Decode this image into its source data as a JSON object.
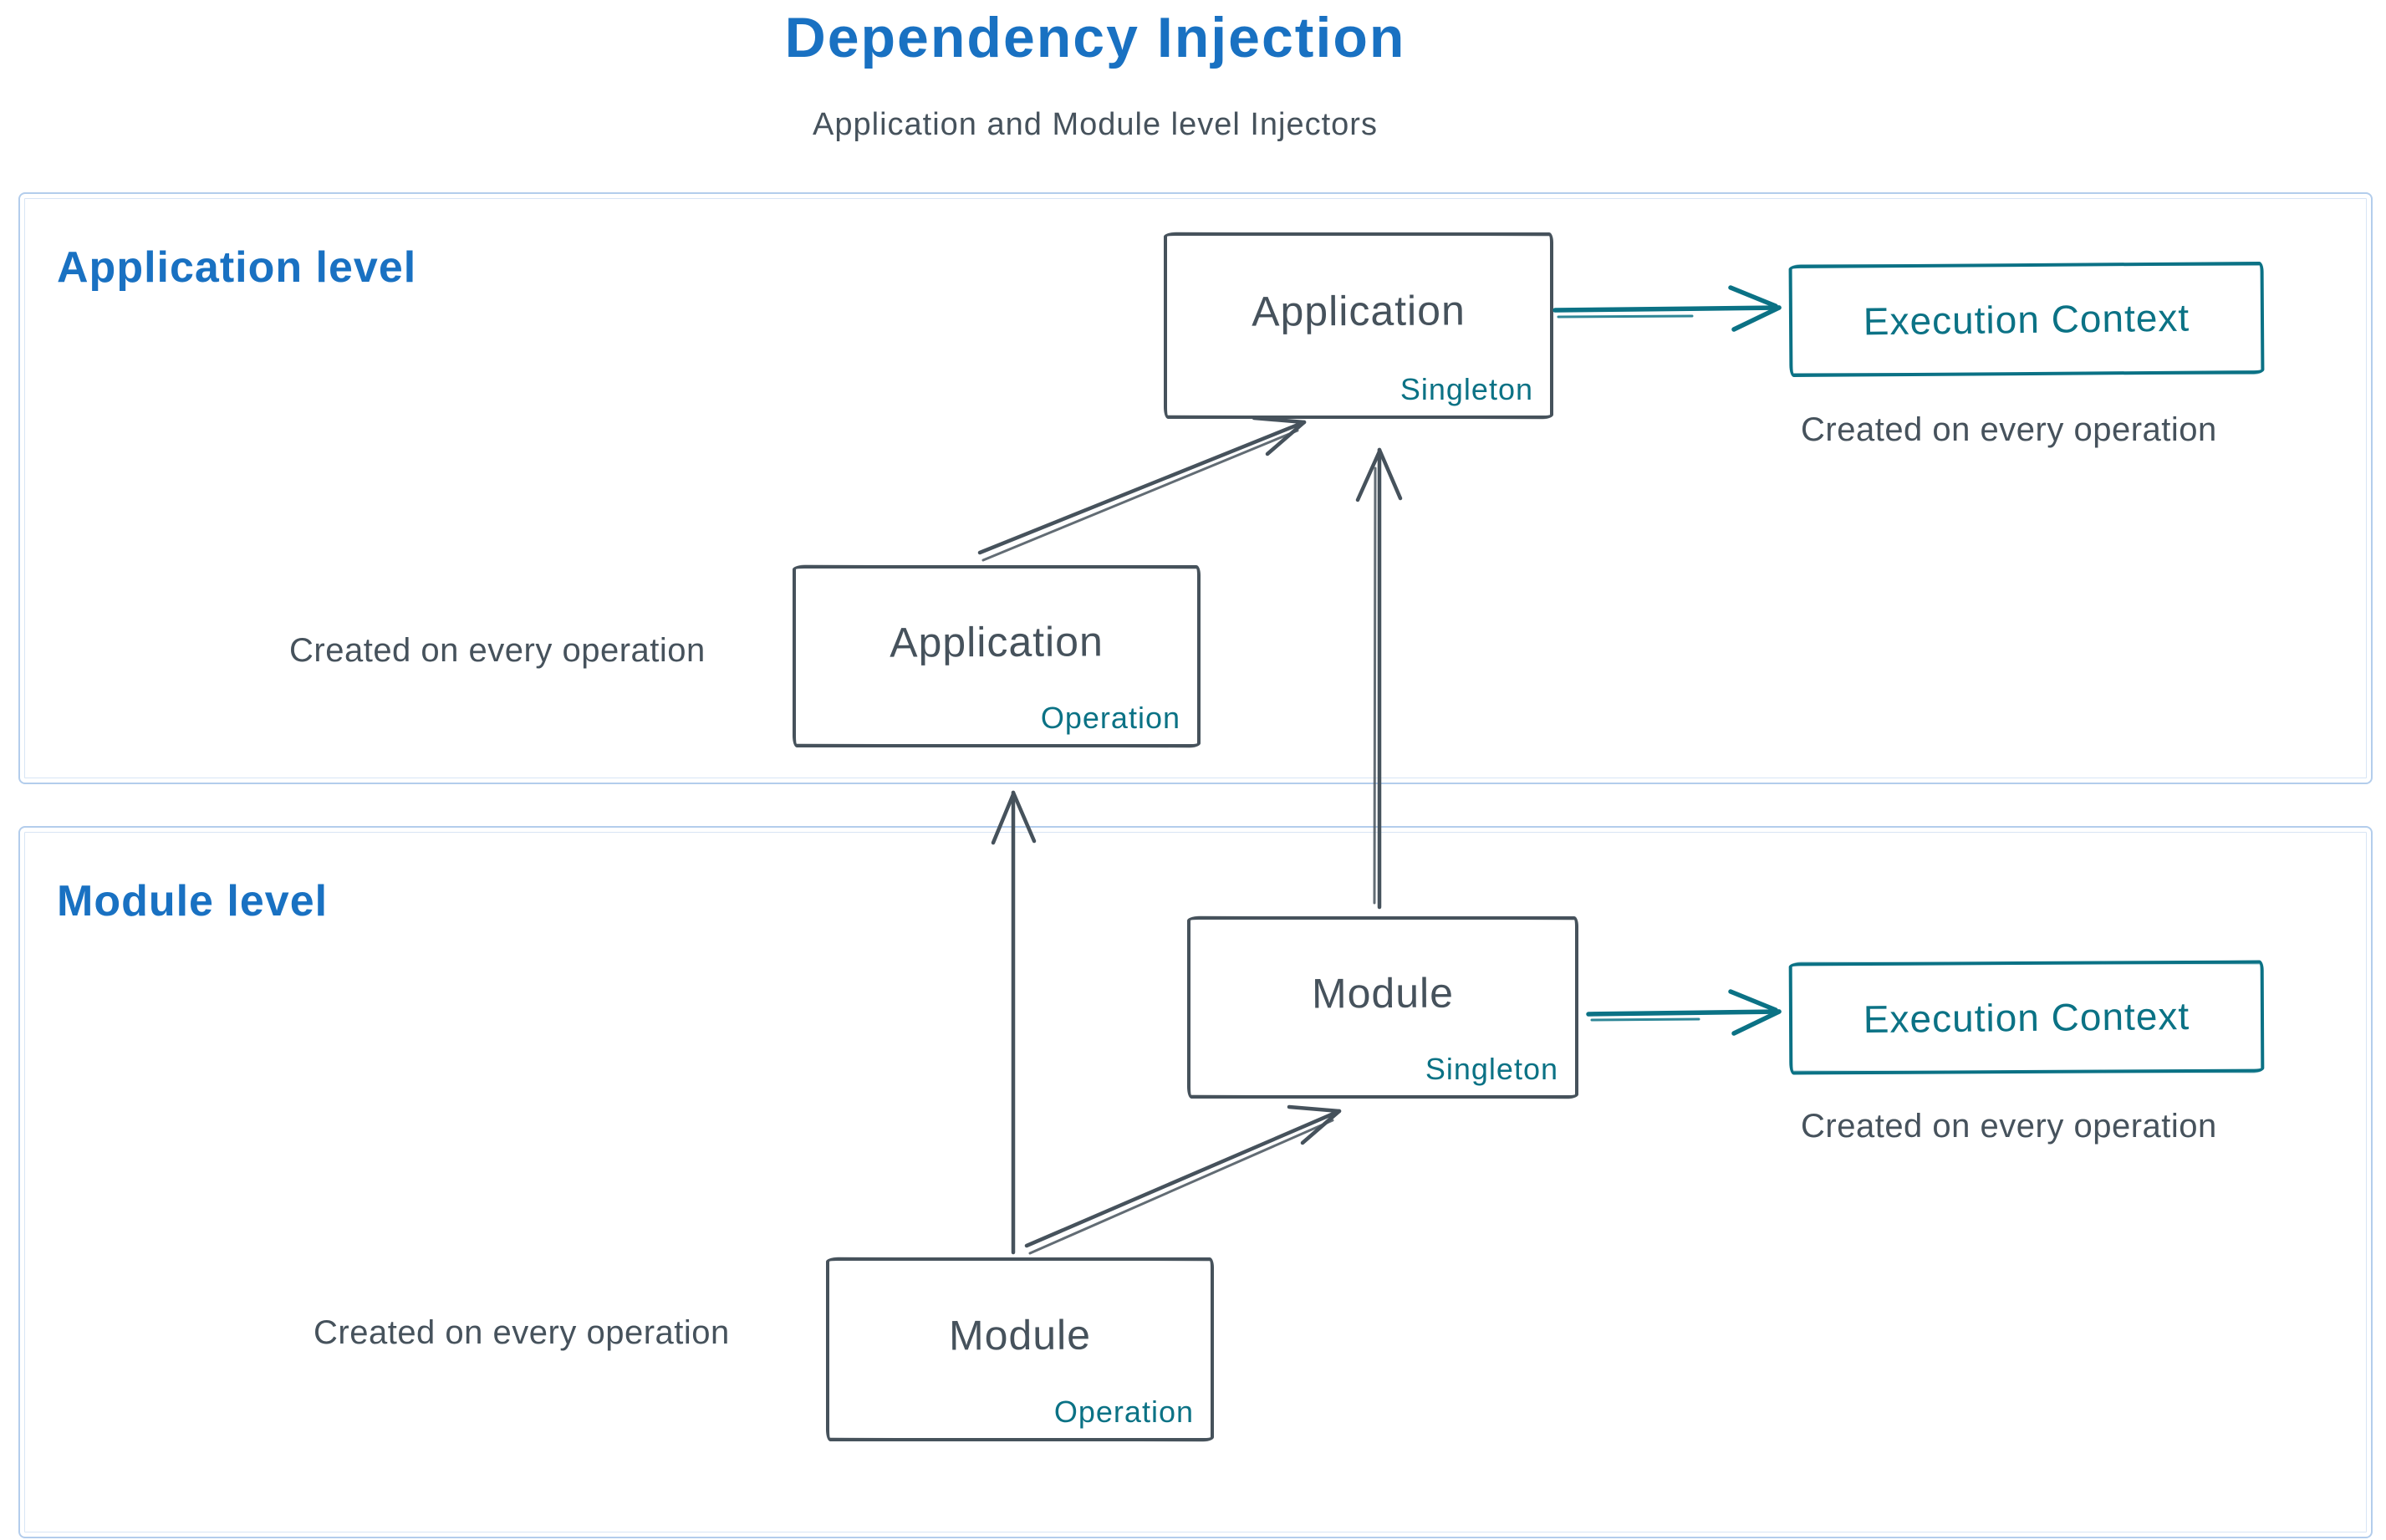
{
  "title": "Dependency Injection",
  "subtitle": "Application and Module level Injectors",
  "sections": {
    "application": {
      "label": "Application level"
    },
    "module": {
      "label": "Module level"
    }
  },
  "boxes": {
    "app_singleton": {
      "name": "Application",
      "scope": "Singleton"
    },
    "app_operation": {
      "name": "Application",
      "scope": "Operation"
    },
    "module_singleton": {
      "name": "Module",
      "scope": "Singleton"
    },
    "module_operation": {
      "name": "Module",
      "scope": "Operation"
    },
    "app_execution_context": {
      "name": "Execution Context"
    },
    "module_execution_context": {
      "name": "Execution Context"
    }
  },
  "notes": {
    "app_operation_note": "Created on every operation",
    "app_execution_note": "Created on every operation",
    "module_operation_note": "Created on every operation",
    "module_execution_note": "Created on every operation"
  },
  "edges": [
    {
      "from": "app_operation",
      "to": "app_singleton",
      "color": "#46525c"
    },
    {
      "from": "module_singleton",
      "to": "app_singleton",
      "color": "#46525c"
    },
    {
      "from": "app_singleton",
      "to": "app_execution_context",
      "color": "#0b7285"
    },
    {
      "from": "module_operation",
      "to": "app_operation",
      "color": "#46525c"
    },
    {
      "from": "module_operation",
      "to": "module_singleton",
      "color": "#46525c"
    },
    {
      "from": "module_singleton",
      "to": "module_execution_context",
      "color": "#0b7285"
    }
  ],
  "colors": {
    "accent_blue": "#1971c2",
    "ink": "#46525c",
    "teal": "#0b7285",
    "section_border": "#b3cdec"
  }
}
